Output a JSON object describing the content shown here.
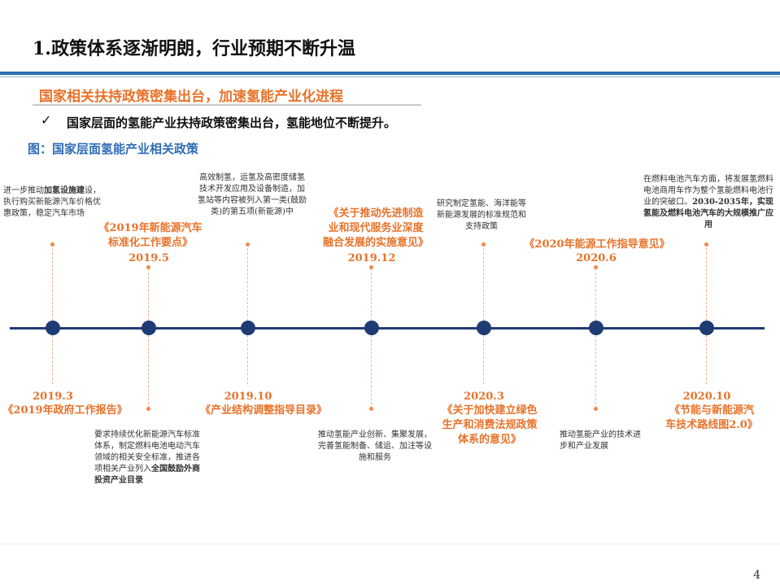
{
  "page": {
    "title": "1.政策体系逐渐明朗，行业预期不断升温",
    "section_heading": "国家相关扶持政策密集出台，加速氢能产业化进程",
    "bullet": "国家层面的氢能产业扶持政策密集出台，氢能地位不断提升。",
    "figure_caption": "图：国家层面氢能产业相关政策",
    "page_number": "4",
    "accent_color": "#e8722a",
    "line_color": "#1f3b73",
    "rule_color": "#2f6db5"
  },
  "timeline": {
    "events": [
      {
        "date": "2019.3",
        "title": "《2019年政府工作报告》",
        "position": "below",
        "note": "进一步推动加氢设施建设，执行购买新能源汽车价格优惠政策，稳定汽车市场"
      },
      {
        "date": "2019.5",
        "title": "《2019年新能源汽车标准化工作要点》",
        "position": "above",
        "note": "要求持续优化新能源汽车标准体系，制定燃料电池电动汽车领域的相关安全标准，推进各项相关产业列入全国鼓励外商投资产业目录"
      },
      {
        "date": "2019.10",
        "title": "《产业结构调整指导目录》",
        "position": "below",
        "note": "高效制氢，运氢及高密度储氢技术开发应用及设备制造，加氢站等内容被列入第一类(鼓励类)的第五项(新能源)中"
      },
      {
        "date": "2019.12",
        "title": "《关于推动先进制造业和现代服务业深度融合发展的实施意见》",
        "position": "above",
        "note": "推动氢能产业创新、集聚发展，完善氢能制备、储运、加注等设施和服务"
      },
      {
        "date": "2020.3",
        "title": "《关于加快建立绿色生产和消费法规政策体系的意见》",
        "position": "below",
        "note": "研究制定氢能、海洋能等新能源发展的标准规范和支持政策"
      },
      {
        "date": "2020.6",
        "title": "《2020年能源工作指导意见》",
        "position": "above",
        "note": "推动氢能产业的技术进步和产业发展"
      },
      {
        "date": "2020.10",
        "title": "《节能与新能源汽车技术路线图2.0》",
        "position": "below",
        "note": "在燃料电池汽车方面，将发展氢燃料电池商用车作为整个氢能燃料电池行业的突破口。2030-2035年，实现氢能及燃料电池汽车的大规模推广应用"
      }
    ]
  },
  "labels": {
    "e1_title": "《2019年政府工作报告》",
    "e2_title_l1": "《2019年新能源汽车",
    "e2_title_l2": "标准化工作要点》",
    "e3_title": "《产业结构调整指导目录》",
    "e4_title_l1": "《关于推动先进制造",
    "e4_title_l2": "业和现代服务业深度",
    "e4_title_l3": "融合发展的实施意见》",
    "e5_title_l1": "《关于加快建立绿色",
    "e5_title_l2": "生产和消费法规政策",
    "e5_title_l3": "体系的意见》",
    "e6_title": "《2020年能源工作指导意见》",
    "e7_title_l1": "《节能与新能源汽",
    "e7_title_l2": "车技术路线图2.0》",
    "n1_a": "进一步推动",
    "n1_b": "加氢设施建",
    "n1_c": "设，执行购买新能源汽车价格优惠政策，稳定汽车市场",
    "n2_a": "要求持续优化新能源汽车标准体系，制定燃料电池电动汽车领域的相关安全标准，推进各项相关产业列入",
    "n2_b": "全国鼓励外商投资产业目录",
    "n3": "高效制氢，运氢及高密度储氢技术开发应用及设备制造，加氢站等内容被列入第一类(鼓励类)的第五项(新能源)中",
    "n4": "推动氢能产业创新、集聚发展，完善氢能制备、储运、加注等设施和服务",
    "n5": "研究制定氢能、海洋能等新能源发展的标准规范和支持政策",
    "n6": "推动氢能产业的技术进步和产业发展",
    "n7_a": "在燃料电池汽车方面，将发展氢燃料电池商用车作为整个氢能燃料电池行业的突破口。",
    "n7_b": "2030-2035年，实现氢能及燃料电池汽车的大规模推广应用"
  }
}
